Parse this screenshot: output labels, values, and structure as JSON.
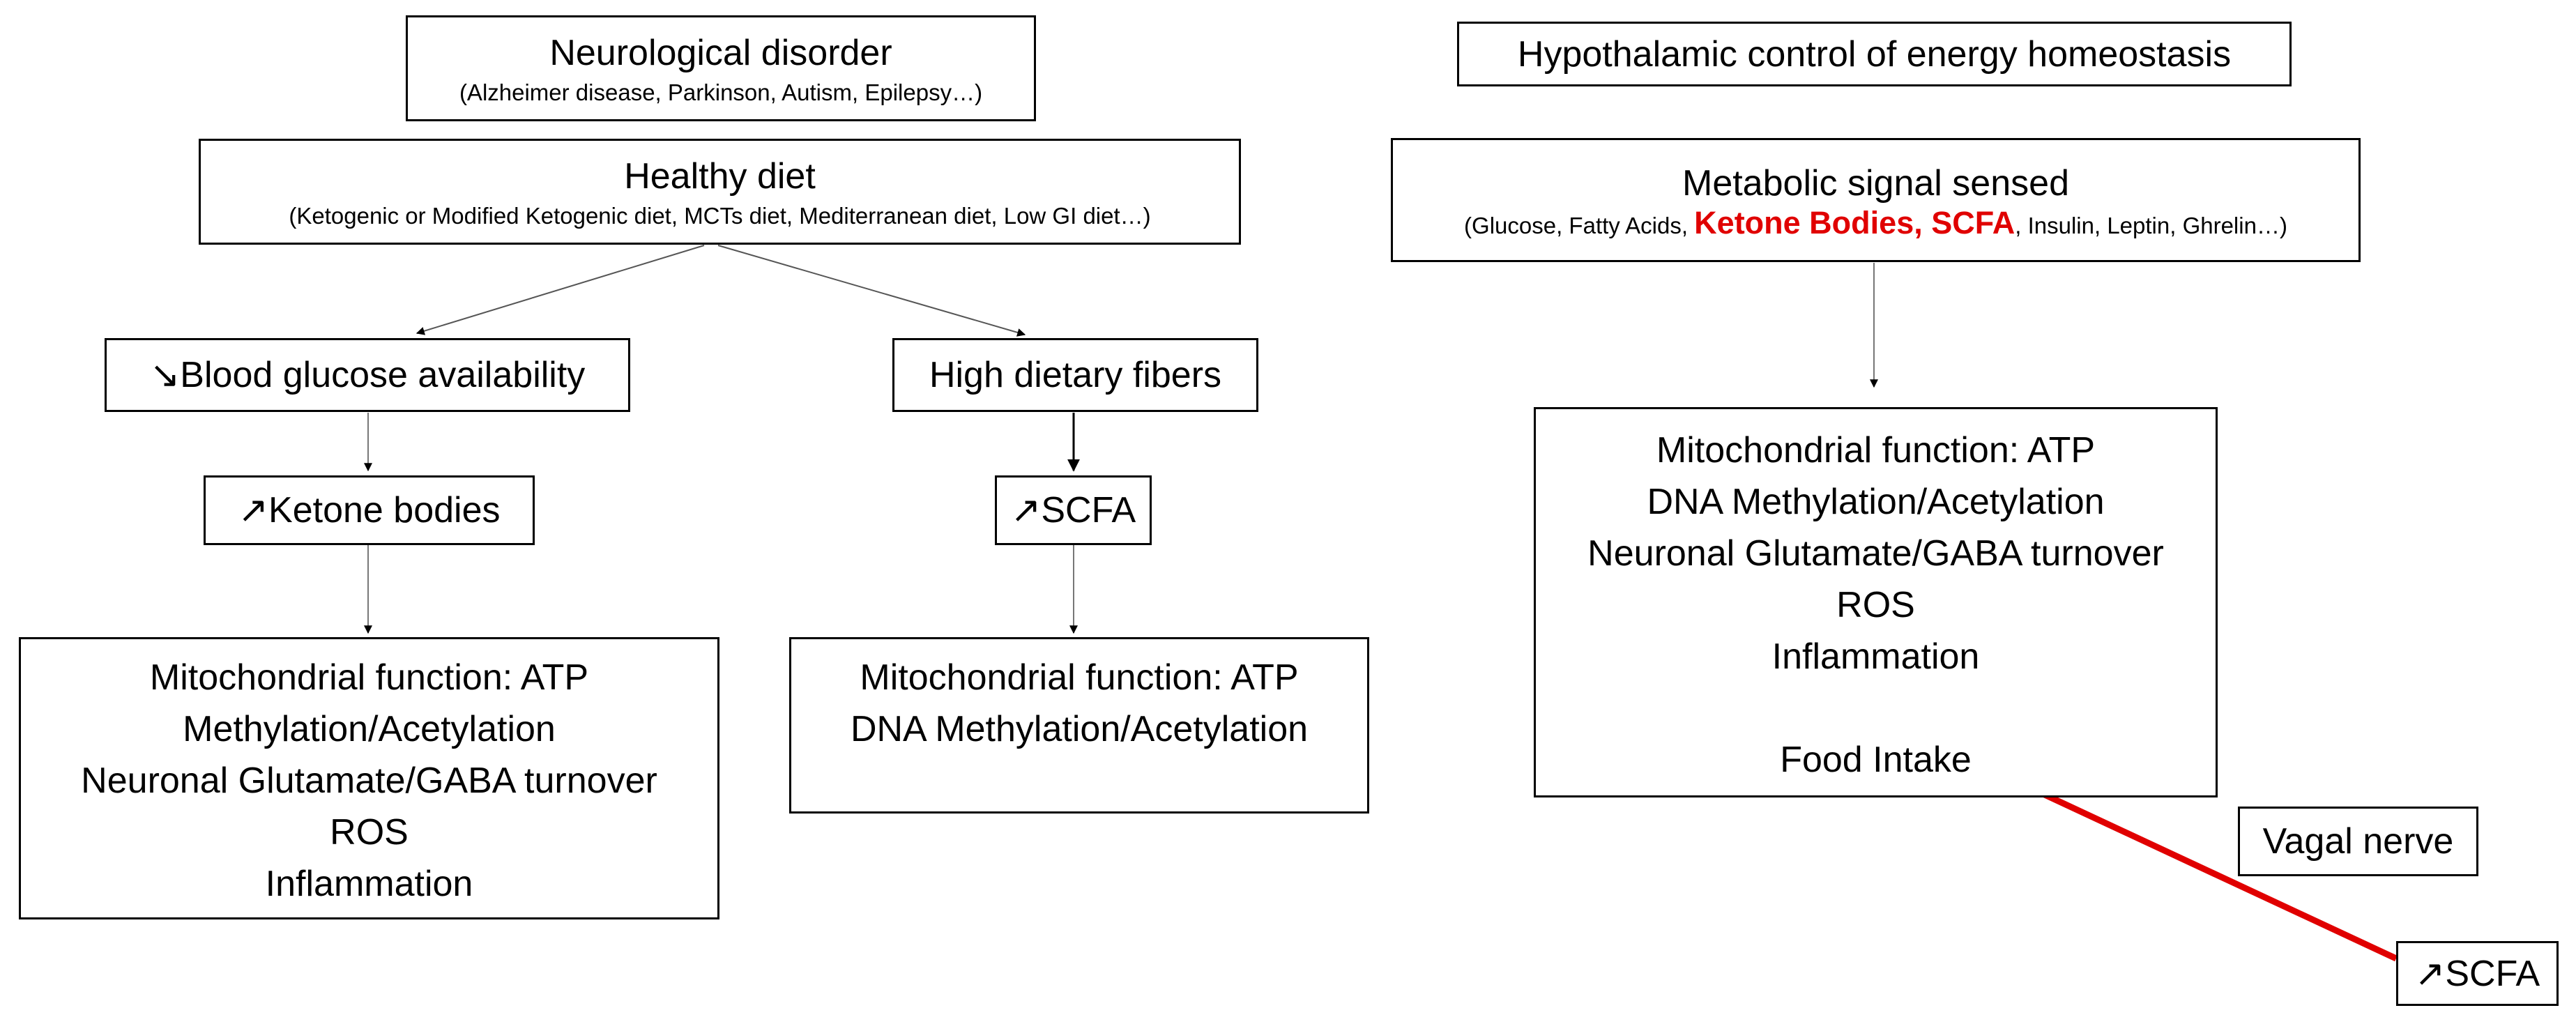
{
  "left": {
    "disorder": {
      "title": "Neurological disorder",
      "subtitle": "(Alzheimer disease, Parkinson, Autism, Epilepsy…)"
    },
    "diet": {
      "title": "Healthy diet",
      "subtitle": "(Ketogenic or Modified Ketogenic diet, MCTs diet, Mediterranean diet, Low GI diet…)"
    },
    "glucose": {
      "arrow": "↘",
      "label": "Blood glucose availability"
    },
    "fibers": {
      "label": "High dietary fibers"
    },
    "ketone": {
      "arrow": "↗",
      "label": "Ketone bodies"
    },
    "scfa": {
      "arrow": "↗",
      "label": "SCFA"
    },
    "effects_left": [
      "Mitochondrial function: ATP",
      "Methylation/Acetylation",
      "Neuronal Glutamate/GABA turnover",
      "ROS",
      "Inflammation"
    ],
    "effects_right": [
      "Mitochondrial function: ATP",
      "DNA Methylation/Acetylation"
    ]
  },
  "right": {
    "header": "Hypothalamic control of energy homeostasis",
    "signal": {
      "title": "Metabolic signal sensed",
      "prefix": "(Glucose, Fatty Acids, ",
      "ketone": "Ketone Bodies",
      "comma": ", ",
      "scfa": "SCFA",
      "suffix": ", Insulin, Leptin, Ghrelin…)"
    },
    "effects": [
      "Mitochondrial function: ATP",
      "DNA Methylation/Acetylation",
      "Neuronal Glutamate/GABA turnover",
      "ROS",
      "Inflammation"
    ],
    "food_intake": "Food Intake",
    "vagal": "Vagal nerve",
    "scfa": {
      "arrow": "↗",
      "label": "SCFA"
    }
  },
  "colors": {
    "inhibition": "#e00000",
    "arrow": "#000000",
    "highlight": "#e00000"
  }
}
